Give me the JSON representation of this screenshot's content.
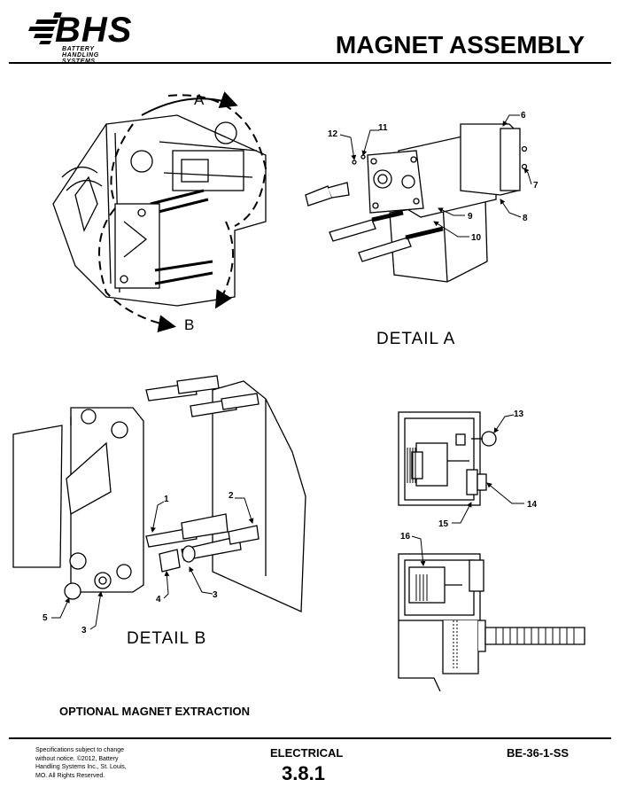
{
  "header": {
    "logo_text": "BHS",
    "logo_subtitle": "BATTERY HANDLING SYSTEMS",
    "title": "MAGNET ASSEMBLY"
  },
  "overview": {
    "view_a_label": "A",
    "view_b_label": "B"
  },
  "detail_a": {
    "label": "DETAIL  A",
    "callouts": [
      "12",
      "11",
      "6",
      "7",
      "8",
      "9",
      "10"
    ]
  },
  "detail_b": {
    "label": "DETAIL  B",
    "callouts": [
      "1",
      "2",
      "3",
      "4",
      "5",
      "3"
    ]
  },
  "extraction": {
    "callouts": [
      "13",
      "14",
      "15",
      "16"
    ],
    "caption": "OPTIONAL MAGNET EXTRACTION"
  },
  "footer": {
    "specs_line1": "Specifications subject to change",
    "specs_line2": "without notice. ©2012, Battery",
    "specs_line3": "Handling Systems Inc., St. Louis,",
    "specs_line4": "MO. All Rights Reserved.",
    "section": "ELECTRICAL",
    "page_number": "3.8.1",
    "doc_id": "BE-36-1-SS"
  }
}
